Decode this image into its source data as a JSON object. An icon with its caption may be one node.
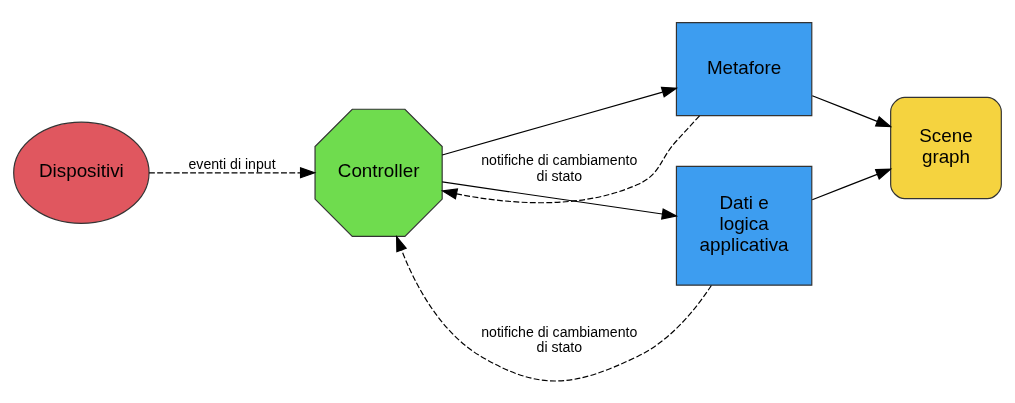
{
  "diagram": {
    "nodes": [
      {
        "text": [
          "Dispositivi"
        ]
      },
      {
        "text": [
          "Controller"
        ]
      },
      {
        "text": [
          "Metafore"
        ]
      },
      {
        "text": [
          "Dati e logica applicativa"
        ]
      },
      {
        "text": [
          "Scene graph"
        ]
      }
    ],
    "edges": [
      {
        "from": 0,
        "to": 1,
        "arrow": "to",
        "style": "dashed",
        "label": "eventi di input"
      },
      {
        "from": 1,
        "to": 2,
        "arrow": "to"
      },
      {
        "from": 1,
        "to": 3,
        "arrow": "to"
      },
      {
        "from": 2,
        "to": 1,
        "arrow": "to",
        "style": "dashed",
        "label": "notifiche di cambiamento di stato"
      },
      {
        "from": 3,
        "to": 1,
        "arrow": "to",
        "style": "dashed",
        "label": "notifiche di cambiamento di stato"
      },
      {
        "from": 2,
        "to": 4,
        "arrow": "to"
      },
      {
        "from": 3,
        "to": 4,
        "arrow": "to"
      }
    ]
  }
}
